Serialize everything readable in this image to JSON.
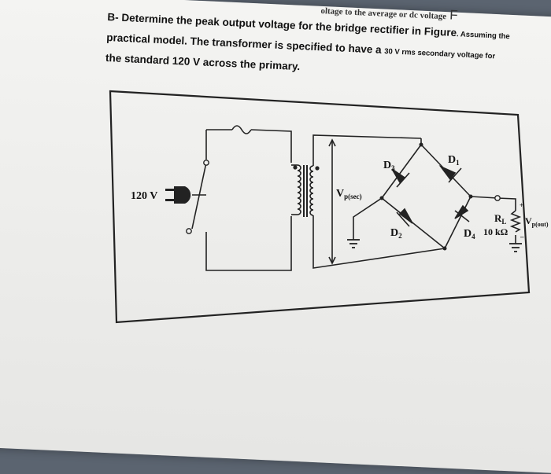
{
  "header": {
    "note": "oltage to the average or dc voltage",
    "note_mark": "F"
  },
  "question": {
    "line1": "B- Determine the peak output voltage for the bridge rectifier in Figure",
    "line1_tail": ". Assuming the",
    "line2a": "practical model. The transformer is specified to have a ",
    "line2b": "30 V rms",
    "line2c": " secondary voltage for",
    "line3": "the standard 120 V across the primary."
  },
  "figure": {
    "input_label": "120 V",
    "secondary_label": "V",
    "secondary_sub": "p(sec)",
    "d1": "D",
    "d1_sub": "1",
    "d2": "D",
    "d2_sub": "2",
    "d3": "D",
    "d3_sub": "3",
    "d4": "D",
    "d4_sub": "4",
    "rl": "R",
    "rl_sub": "L",
    "rl_value": "10 kΩ",
    "vout": "V",
    "vout_sub": "p(out)",
    "plus": "+",
    "minus": "–"
  }
}
